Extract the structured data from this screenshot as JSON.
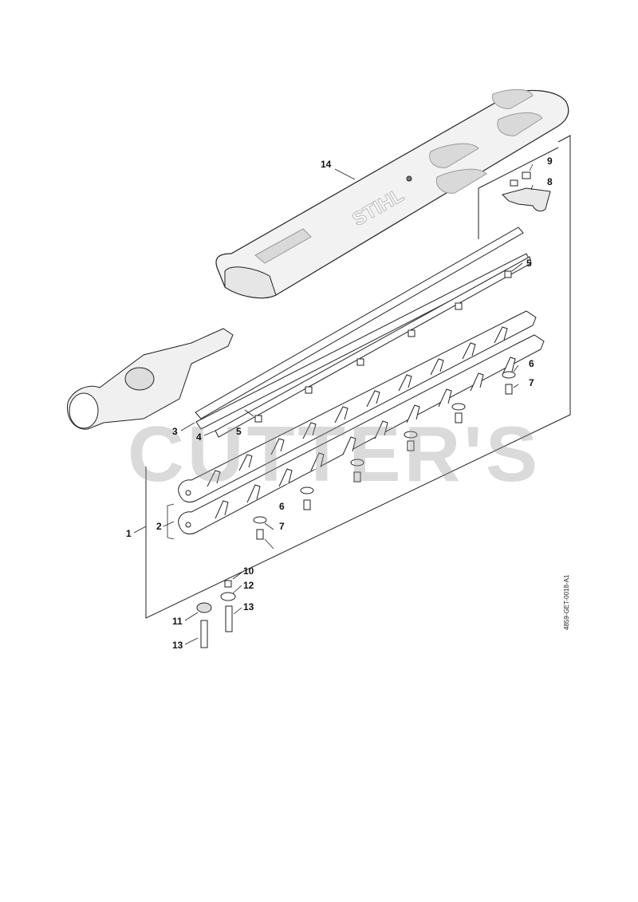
{
  "callouts": [
    {
      "id": "c14",
      "text": "14"
    },
    {
      "id": "c9",
      "text": "9"
    },
    {
      "id": "c8",
      "text": "8"
    },
    {
      "id": "c5a",
      "text": "5"
    },
    {
      "id": "c5b",
      "text": "5"
    },
    {
      "id": "c6a",
      "text": "6"
    },
    {
      "id": "c7a",
      "text": "7"
    },
    {
      "id": "c3",
      "text": "3"
    },
    {
      "id": "c4",
      "text": "4"
    },
    {
      "id": "c6b",
      "text": "6"
    },
    {
      "id": "c7b",
      "text": "7"
    },
    {
      "id": "c1",
      "text": "1"
    },
    {
      "id": "c2",
      "text": "2"
    },
    {
      "id": "c10",
      "text": "10"
    },
    {
      "id": "c12",
      "text": "12"
    },
    {
      "id": "c13a",
      "text": "13"
    },
    {
      "id": "c11",
      "text": "11"
    },
    {
      "id": "c13b",
      "text": "13"
    }
  ],
  "guard_logo": "STIHL",
  "watermark": "CUTTER'S",
  "drawing_id": "4859-GET-0018-A1",
  "colors": {
    "line": "#222222",
    "guard_fill": "#f2f2f2",
    "guard_shade": "#d9d9d9",
    "watermark": "#969696"
  }
}
